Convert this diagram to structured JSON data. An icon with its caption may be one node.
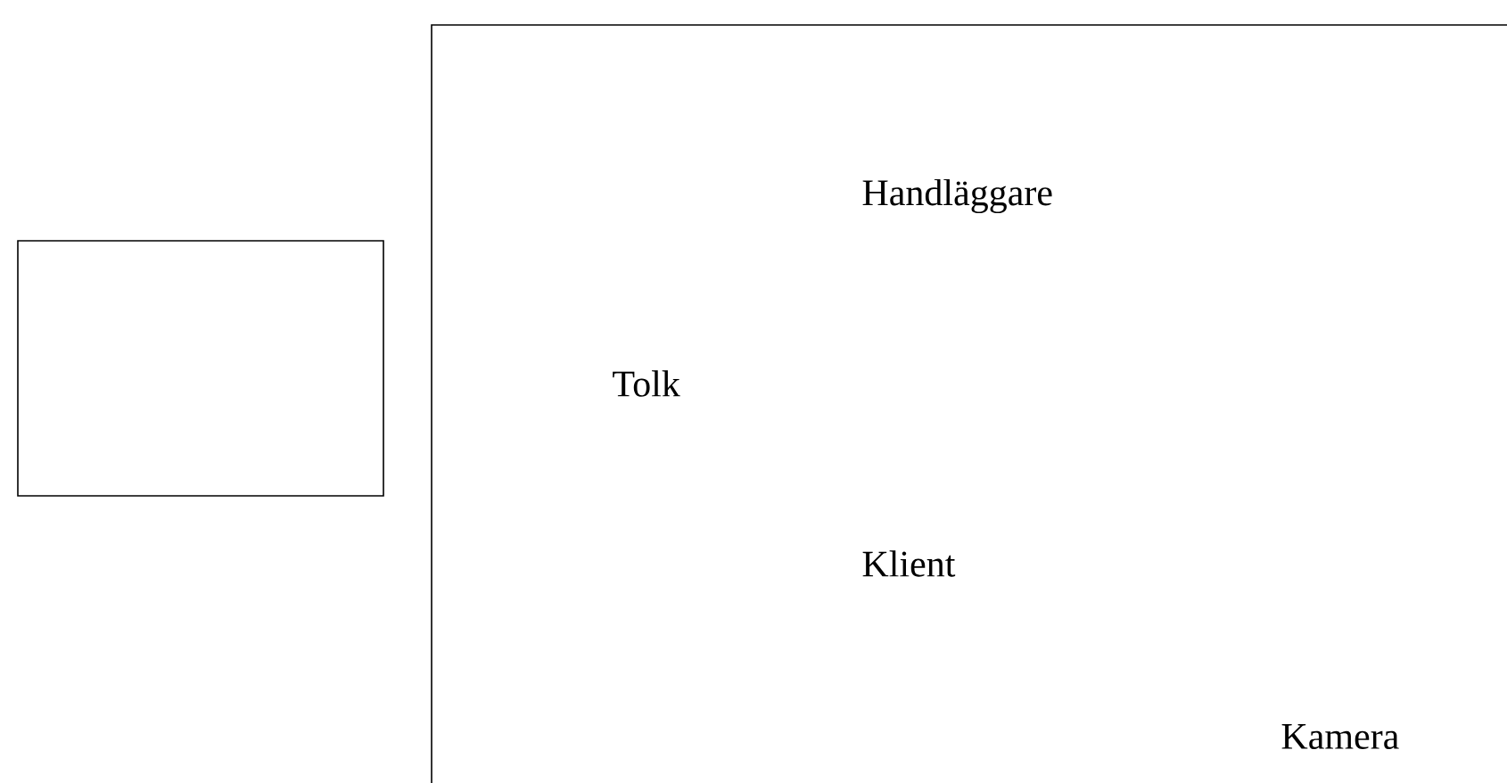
{
  "diagram": {
    "nodes": [
      {
        "text": [],
        "shape": "box"
      },
      {
        "text": [],
        "shape": "box"
      }
    ],
    "labels": [
      "Handläggare",
      "Tolk",
      "Klient",
      "Kamera"
    ]
  }
}
